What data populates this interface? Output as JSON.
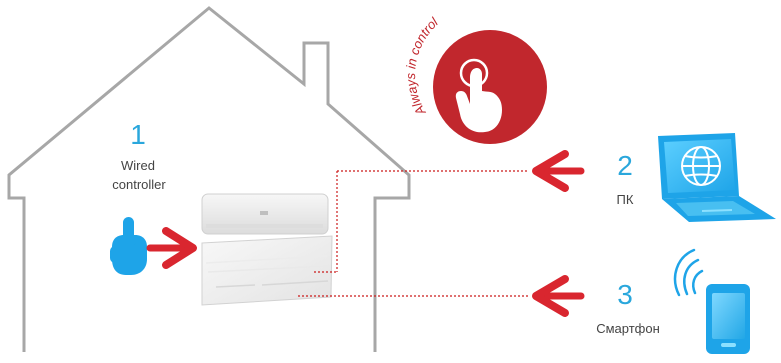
{
  "badge": {
    "text": "Always in control",
    "color": "#c1272d"
  },
  "points": [
    {
      "number": "1",
      "label_lines": [
        "Wired",
        "controller"
      ]
    },
    {
      "number": "2",
      "label_lines": [
        "ПК"
      ]
    },
    {
      "number": "3",
      "label_lines": [
        "Смартфон"
      ]
    }
  ],
  "colors": {
    "accent": "#2aa7dc",
    "arrow": "#d9262f",
    "house_outline": "#a7a7a7",
    "dotted_connection": "#cc1b1b"
  },
  "icons": [
    "hand-icon",
    "laptop-icon",
    "globe-icon",
    "smartphone-icon",
    "wifi-signal-icon"
  ]
}
